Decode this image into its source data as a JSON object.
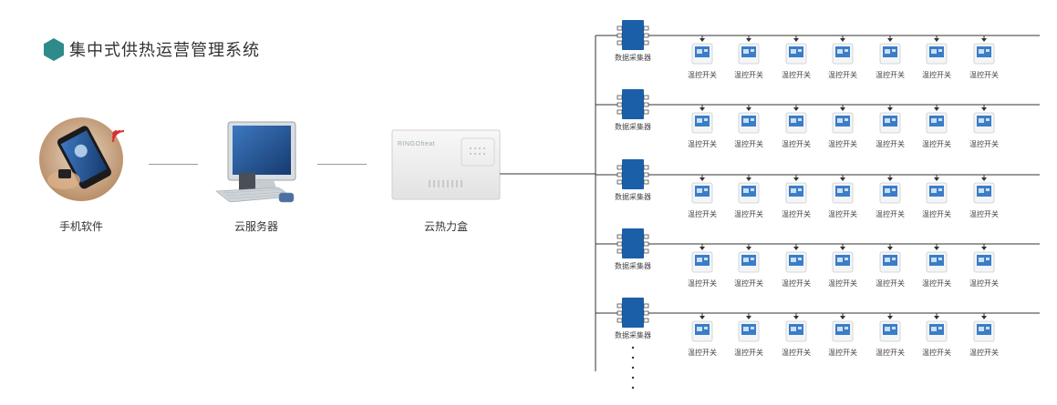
{
  "title": "集中式供热运营管理系统",
  "colors": {
    "title_marker": "#2f8a8a",
    "collector": "#1a5fa8",
    "thermostat_screen": "#3a7dc8",
    "line": "#333333"
  },
  "nodes": {
    "phone_label": "手机软件",
    "server_label": "云服务器",
    "cloudbox_label": "云热力盒",
    "cloudbox_brand": "RINGOheat"
  },
  "rows": [
    {
      "collector_label": "数据采集器",
      "thermostat_labels": [
        "温控开关",
        "温控开关",
        "温控开关",
        "温控开关",
        "温控开关",
        "温控开关",
        "温控开关"
      ]
    },
    {
      "collector_label": "数据采集器",
      "thermostat_labels": [
        "温控开关",
        "温控开关",
        "温控开关",
        "温控开关",
        "温控开关",
        "温控开关",
        "温控开关"
      ]
    },
    {
      "collector_label": "数据采集器",
      "thermostat_labels": [
        "温控开关",
        "温控开关",
        "温控开关",
        "温控开关",
        "温控开关",
        "温控开关",
        "温控开关"
      ]
    },
    {
      "collector_label": "数据采集器",
      "thermostat_labels": [
        "温控开关",
        "温控开关",
        "温控开关",
        "温控开关",
        "温控开关",
        "温控开关",
        "温控开关"
      ]
    },
    {
      "collector_label": "数据采集器",
      "thermostat_labels": [
        "温控开关",
        "温控开关",
        "温控开关",
        "温控开关",
        "温控开关",
        "温控开关",
        "温控开关"
      ]
    }
  ],
  "continuation": "⋮"
}
